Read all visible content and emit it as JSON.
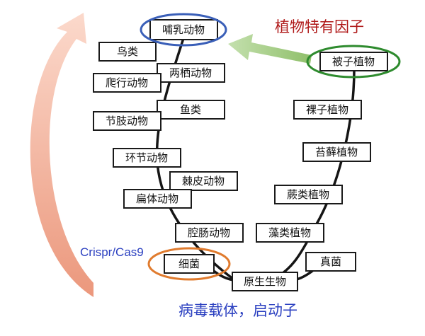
{
  "diagram": {
    "nodes": {
      "mammals": "哺乳动物",
      "birds": "鸟类",
      "amphibians": "两栖动物",
      "reptiles": "爬行动物",
      "fish": "鱼类",
      "arthropods": "节肢动物",
      "annelids": "环节动物",
      "echinoderms": "棘皮动物",
      "flatworms": "扁体动物",
      "coelenterates": "腔肠动物",
      "bacteria": "细菌",
      "protists": "原生生物",
      "fungi": "真菌",
      "algae": "藻类植物",
      "ferns": "蕨类植物",
      "mosses": "苔藓植物",
      "gymnosperms": "裸子植物",
      "angiosperms": "被子植物"
    },
    "annotations": {
      "plant_factors": "植物特有因子",
      "crispr": "Crispr/Cas9",
      "virus_vectors": "病毒载体，启动子"
    },
    "colors": {
      "blue_highlight": "#3a5fb8",
      "green_highlight": "#2e8b2e",
      "orange_highlight": "#e07b2e",
      "red_note": "#b01a1a",
      "blue_note": "#2a3fc0",
      "green_arrow": "#9cc37a",
      "salmon_arrow": "#f0a58c"
    }
  }
}
